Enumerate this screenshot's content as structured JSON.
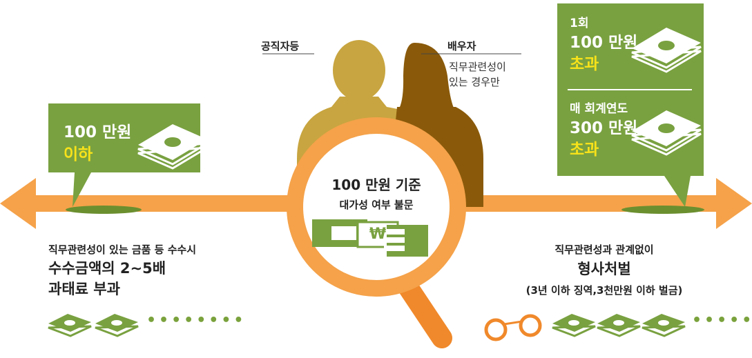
{
  "colors": {
    "green": "#79a140",
    "green_dark": "#5d8a2a",
    "orange": "#f5a24a",
    "orange_dark": "#f0892b",
    "yellow": "#f7e21a",
    "person1": "#c8a540",
    "person2": "#8a5a0a"
  },
  "left_box": {
    "line1": "100 만원",
    "line2": "이하"
  },
  "center": {
    "title": "100 만원 기준",
    "subtitle": "대가성 여부 불문",
    "currency_symbol": "₩"
  },
  "people": {
    "official_label": "공직자등",
    "spouse_label": "배우자",
    "spouse_note_line1": "직무관련성이",
    "spouse_note_line2": "있는 경우만"
  },
  "right_box": {
    "top": {
      "line1": "1회",
      "line2": "100 만원",
      "line3": "초과"
    },
    "bottom": {
      "line1": "매 회계연도",
      "line2": "300 만원",
      "line3": "초과"
    }
  },
  "left_result": {
    "line1": "직무관련성이 있는 금품 등 수수시",
    "line2": "수수금액의 2∼5배",
    "line3": "과태료 부과"
  },
  "right_result": {
    "line1": "직무관련성과 관계없이",
    "line2": "형사처벌",
    "line3": "(3년 이하 징역,3천만원 이하 벌금)"
  },
  "dots_left": "••••••••",
  "dots_right": "•••••••",
  "icons": [
    "money-stack-icon",
    "handcuffs-icon",
    "magnifier-icon",
    "person-silhouette-icon"
  ]
}
